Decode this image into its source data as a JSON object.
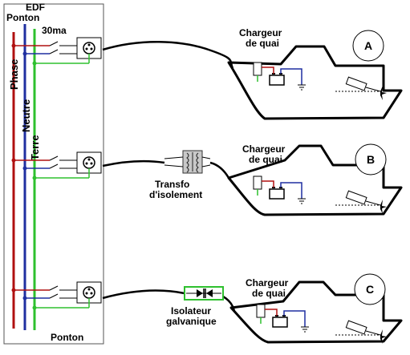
{
  "pontoon": {
    "title_line1": "EDF",
    "title_line2": "Ponton",
    "rcd_label": "30ma",
    "phase_label": "Phase",
    "neutral_label": "Neutre",
    "earth_label": "Terre",
    "bottom_label": "Ponton"
  },
  "cases": [
    {
      "letter": "A",
      "charger_line1": "Chargeur",
      "charger_line2": "de quai",
      "device_line1": "",
      "device_line2": ""
    },
    {
      "letter": "B",
      "charger_line1": "Chargeur",
      "charger_line2": "de quai",
      "device_line1": "Transfo",
      "device_line2": "d'isolement"
    },
    {
      "letter": "C",
      "charger_line1": "Chargeur",
      "charger_line2": "de quai",
      "device_line1": "Isolateur",
      "device_line2": "galvanique"
    }
  ],
  "colors": {
    "phase": "#b01010",
    "neutral": "#1f2fa0",
    "earth": "#2ec02e",
    "wire": "#000000"
  }
}
